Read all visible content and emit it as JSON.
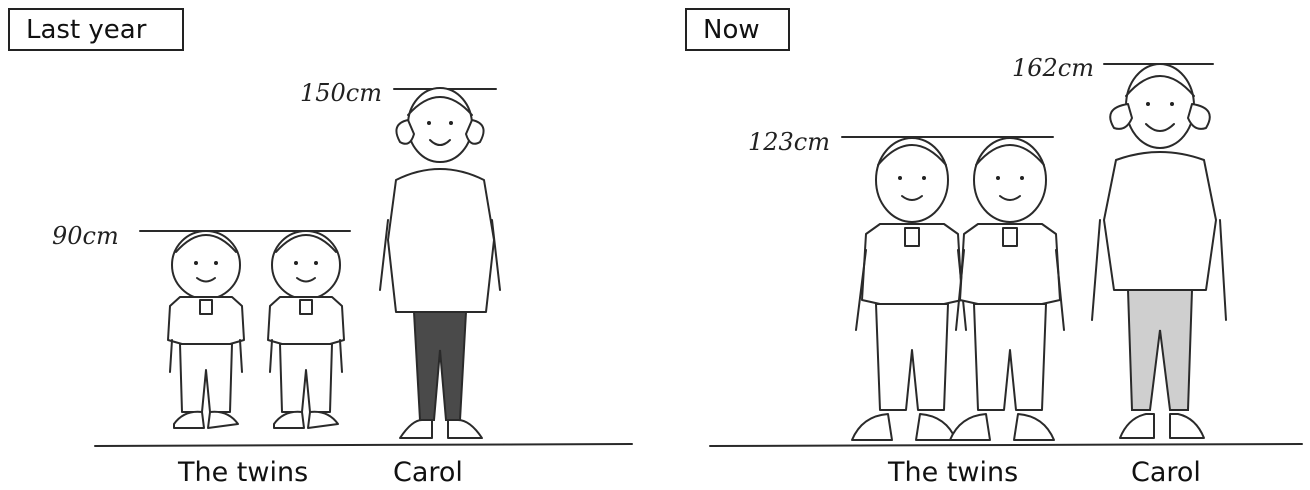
{
  "panels": {
    "last_year": {
      "label": "Last year",
      "twins_height": "90cm",
      "carol_height": "150cm",
      "twins_caption": "The twins",
      "carol_caption": "Carol"
    },
    "now": {
      "label": "Now",
      "twins_height": "123cm",
      "carol_height": "162cm",
      "twins_caption": "The twins",
      "carol_caption": "Carol"
    }
  }
}
